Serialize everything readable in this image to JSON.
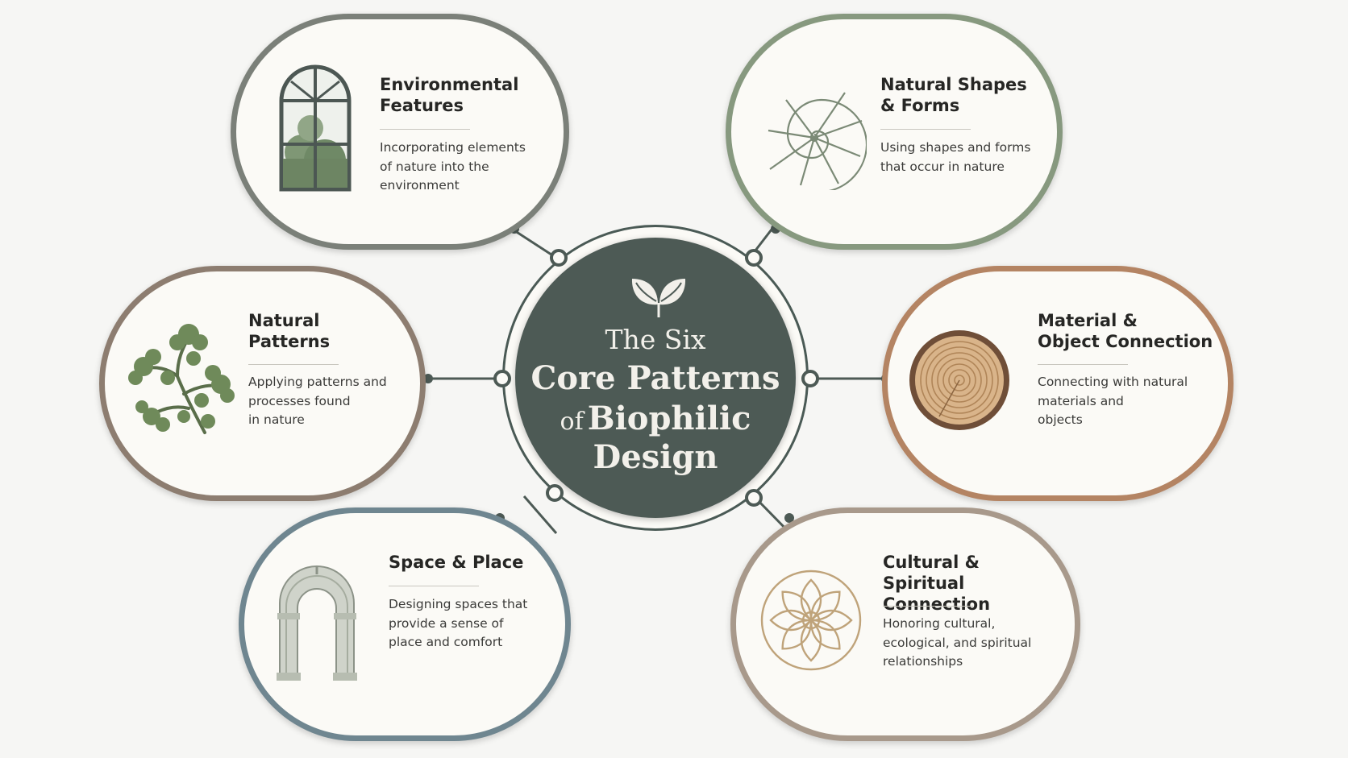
{
  "center": {
    "line1": "The Six",
    "line2": "Core Patterns",
    "line3_prefix": "of",
    "line3_main": "Biophilic",
    "line4": "Design",
    "icon": "leaf-sprout-icon"
  },
  "patterns": [
    {
      "title": "Environmental\nFeatures",
      "description": "Incorporating elements\nof nature into the\nenvironment",
      "icon": "arched-window-icon",
      "color": "#7b8079"
    },
    {
      "title": "Natural Shapes\n& Forms",
      "description": "Using shapes and forms\nthat occur in nature",
      "icon": "nautilus-shell-icon",
      "color": "#87997f"
    },
    {
      "title": "Natural\nPatterns",
      "description": "Applying patterns and\nprocesses found\nin nature",
      "icon": "fractal-tree-icon",
      "color": "#8d7d70"
    },
    {
      "title": "Material &\nObject Connection",
      "description": "Connecting with natural\nmaterials and\nobjects",
      "icon": "wood-slice-icon",
      "color": "#b48463"
    },
    {
      "title": "Space & Place",
      "description": "Designing spaces that\nprovide a sense of\nplace and comfort",
      "icon": "stone-arch-icon",
      "color": "#6f8690"
    },
    {
      "title": "Cultural &\nSpiritual Connection",
      "description": "Honoring cultural,\necological, and spiritual\nrelationships",
      "icon": "mandala-icon",
      "color": "#a8998b"
    }
  ]
}
